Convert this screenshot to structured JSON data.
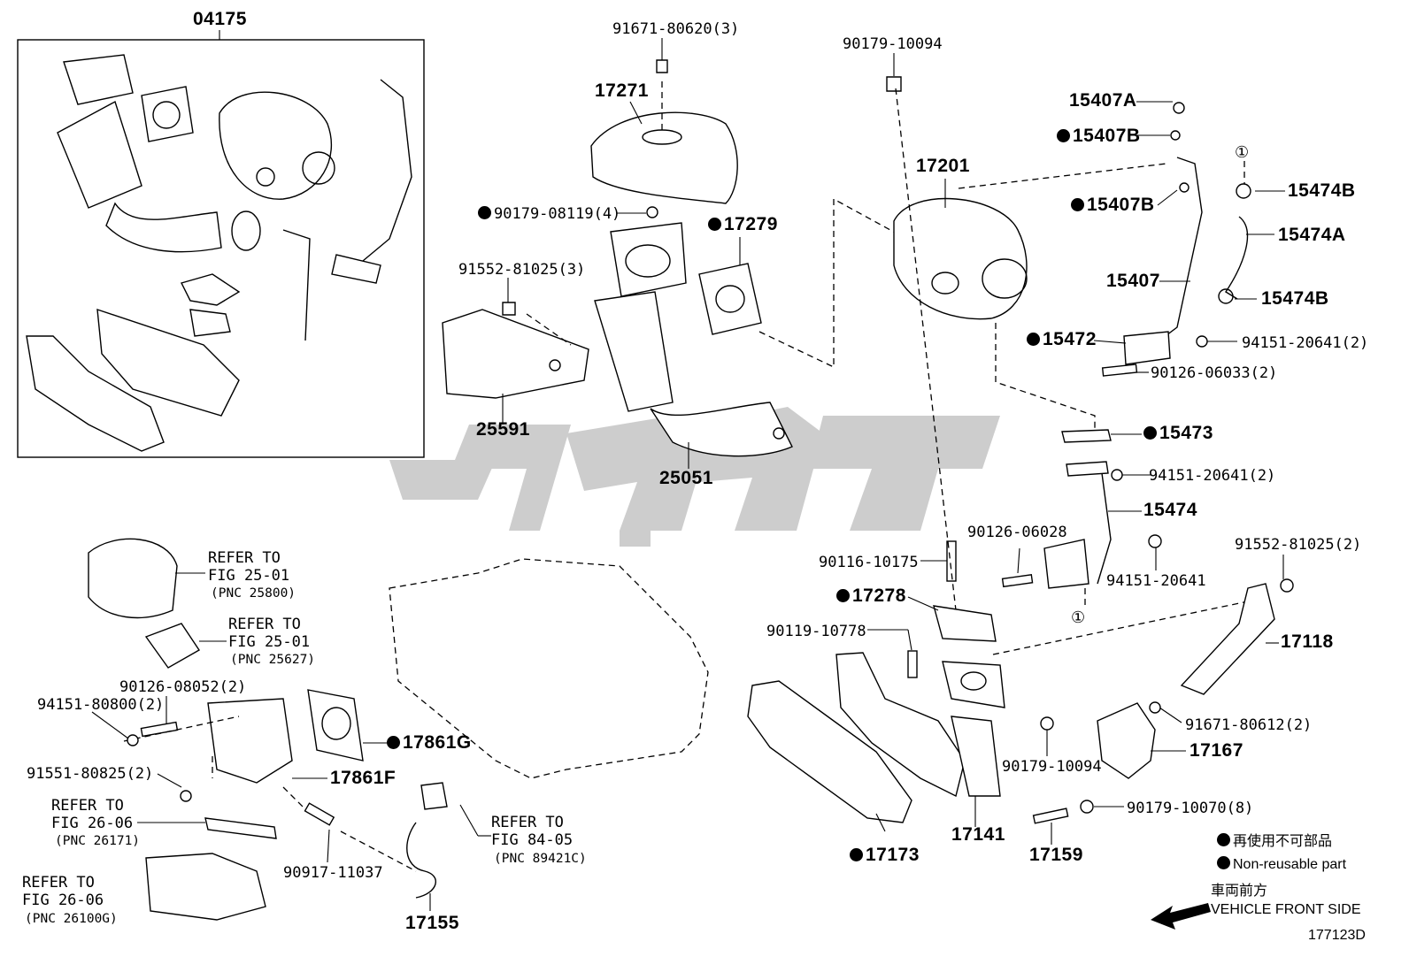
{
  "labels": {
    "p04175": "04175",
    "p91671_80620": "91671-80620(3)",
    "p17271": "17271",
    "p90179_08119": "90179-08119(4)",
    "p17279": "17279",
    "p91552_81025_3": "91552-81025(3)",
    "p25591": "25591",
    "p25051": "25051",
    "p90179_10094_top": "90179-10094",
    "p17201": "17201",
    "p15407A": "15407A",
    "p15407B_1": "15407B",
    "p15407B_2": "15407B",
    "p15474B_1": "15474B",
    "p15474A": "15474A",
    "p15407": "15407",
    "p15474B_2": "15474B",
    "p15472": "15472",
    "p94151_20641_2a": "94151-20641(2)",
    "p90126_06033": "90126-06033(2)",
    "p15473": "15473",
    "p94151_20641_2b": "94151-20641(2)",
    "p15474": "15474",
    "p90126_06028": "90126-06028",
    "p94151_20641": "94151-20641",
    "p90116_10175": "90116-10175",
    "p17278": "17278",
    "p91552_81025_2": "91552-81025(2)",
    "p90119_10778": "90119-10778",
    "p17118": "17118",
    "p91671_80612": "91671-80612(2)",
    "p17167": "17167",
    "p90179_10094_bot": "90179-10094",
    "p90179_10070": "90179-10070(8)",
    "p17173": "17173",
    "p17141": "17141",
    "p17159": "17159",
    "p94151_80800": "94151-80800(2)",
    "p90126_08052": "90126-08052(2)",
    "p17861G": "17861G",
    "p17861F": "17861F",
    "p91551_80825": "91551-80825(2)",
    "p90917_11037": "90917-11037",
    "p17155": "17155",
    "circled_one": "①"
  },
  "refs": {
    "r1": {
      "line1": "REFER TO",
      "line2": "FIG 25-01",
      "line3": "(PNC 25800)"
    },
    "r2": {
      "line1": "REFER TO",
      "line2": "FIG 25-01",
      "line3": "(PNC 25627)"
    },
    "r3": {
      "line1": "REFER TO",
      "line2": "FIG 26-06",
      "line3": "(PNC 26171)"
    },
    "r4": {
      "line1": "REFER TO",
      "line2": "FIG 26-06",
      "line3": "(PNC 26100G)"
    },
    "r5": {
      "line1": "REFER TO",
      "line2": "FIG 84-05",
      "line3": "(PNC 89421C)"
    }
  },
  "legend": {
    "jp": "再使用不可部品",
    "en": "Non-reusable part",
    "front_jp": "車両前方",
    "front_en": "VEHICLE FRONT SIDE"
  },
  "figure_code": "177123D",
  "colors": {
    "watermark": "#c8c8c8",
    "ink": "#000000"
  }
}
